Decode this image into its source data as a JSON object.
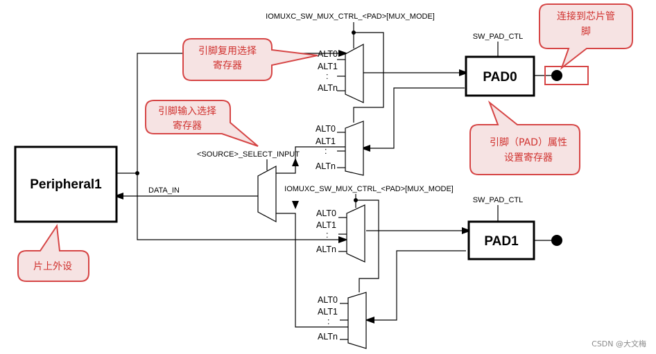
{
  "peripheral": {
    "label": "Peripheral1"
  },
  "pads": [
    {
      "label": "PAD0",
      "ctl_label": "SW_PAD_CTL"
    },
    {
      "label": "PAD1",
      "ctl_label": "SW_PAD_CTL"
    }
  ],
  "mux_ctrl_labels": [
    "IOMUXC_SW_MUX_CTRL_<PAD>[MUX_MODE]",
    "IOMUXC_SW_MUX_CTRL_<PAD>[MUX_MODE]"
  ],
  "select_input_label": "<SOURCE>_SELECT_INPUT",
  "data_in_label": "DATA_IN",
  "mux_inputs": {
    "alt0": "ALT0",
    "alt1": "ALT1",
    "dots": ":",
    "altn": "ALTn"
  },
  "callouts": {
    "mux_register": [
      "引脚复用选择",
      "寄存器"
    ],
    "select_register": [
      "引脚输入选择",
      "寄存器"
    ],
    "pad_connect": [
      "连接到芯片管",
      "脚"
    ],
    "pad_attr_register": [
      "引脚（PAD）属性",
      "设置寄存器"
    ],
    "onchip_peripheral": "片上外设"
  },
  "watermark": "CSDN @大文梅",
  "colors": {
    "callout_border": "#d64545",
    "callout_fill": "#f6e3e3",
    "callout_text": "#d0322f"
  }
}
